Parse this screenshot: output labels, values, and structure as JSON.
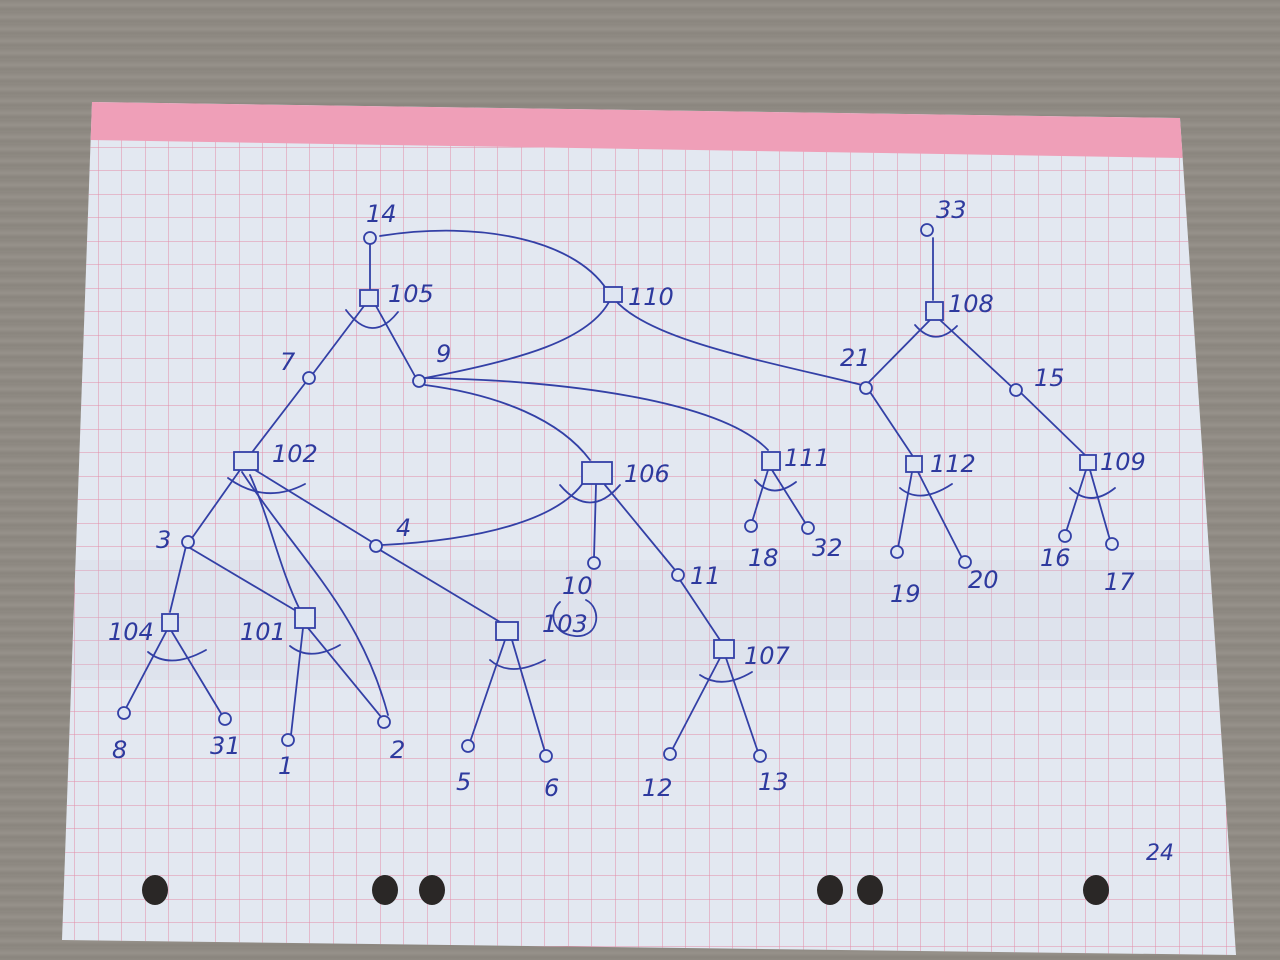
{
  "page_number": "24",
  "colors": {
    "paper": "#e3e8f1",
    "grid": "#e38ca8",
    "margin_band": "#ef9fb8",
    "ink": "#3340a6",
    "table": "#8f8a83"
  },
  "diagram": {
    "square_nodes": [
      {
        "id": "105",
        "label": "105"
      },
      {
        "id": "110",
        "label": "110"
      },
      {
        "id": "108",
        "label": "108"
      },
      {
        "id": "102",
        "label": "102"
      },
      {
        "id": "106",
        "label": "106"
      },
      {
        "id": "111",
        "label": "111"
      },
      {
        "id": "112",
        "label": "112"
      },
      {
        "id": "109",
        "label": "109"
      },
      {
        "id": "104",
        "label": "104"
      },
      {
        "id": "101",
        "label": "101"
      },
      {
        "id": "103",
        "label": "103"
      },
      {
        "id": "107",
        "label": "107"
      }
    ],
    "circle_nodes": [
      {
        "id": "14",
        "label": "14"
      },
      {
        "id": "33",
        "label": "33"
      },
      {
        "id": "7",
        "label": "7"
      },
      {
        "id": "9",
        "label": "9"
      },
      {
        "id": "21",
        "label": "21"
      },
      {
        "id": "15",
        "label": "15"
      },
      {
        "id": "3",
        "label": "3"
      },
      {
        "id": "4",
        "label": "4"
      },
      {
        "id": "10",
        "label": "10"
      },
      {
        "id": "11",
        "label": "11"
      },
      {
        "id": "18",
        "label": "18"
      },
      {
        "id": "32",
        "label": "32"
      },
      {
        "id": "19",
        "label": "19"
      },
      {
        "id": "20",
        "label": "20"
      },
      {
        "id": "16",
        "label": "16"
      },
      {
        "id": "17",
        "label": "17"
      },
      {
        "id": "8",
        "label": "8"
      },
      {
        "id": "31",
        "label": "31"
      },
      {
        "id": "1",
        "label": "1"
      },
      {
        "id": "2",
        "label": "2"
      },
      {
        "id": "5",
        "label": "5"
      },
      {
        "id": "6",
        "label": "6"
      },
      {
        "id": "12",
        "label": "12"
      },
      {
        "id": "13",
        "label": "13"
      }
    ],
    "edges": [
      [
        "14",
        "105"
      ],
      [
        "110",
        "14"
      ],
      [
        "110",
        "9"
      ],
      [
        "110",
        "21"
      ],
      [
        "105",
        "7"
      ],
      [
        "105",
        "9"
      ],
      [
        "33",
        "108"
      ],
      [
        "108",
        "21"
      ],
      [
        "108",
        "15"
      ],
      [
        "7",
        "102"
      ],
      [
        "102",
        "3"
      ],
      [
        "102",
        "4"
      ],
      [
        "102",
        "2"
      ],
      [
        "106",
        "9"
      ],
      [
        "111",
        "9"
      ],
      [
        "106",
        "4"
      ],
      [
        "106",
        "10"
      ],
      [
        "106",
        "11"
      ],
      [
        "21",
        "112"
      ],
      [
        "15",
        "109"
      ],
      [
        "3",
        "104"
      ],
      [
        "3",
        "101"
      ],
      [
        "4",
        "103"
      ],
      [
        "11",
        "107"
      ],
      [
        "111",
        "18"
      ],
      [
        "111",
        "32"
      ],
      [
        "112",
        "19"
      ],
      [
        "112",
        "20"
      ],
      [
        "109",
        "16"
      ],
      [
        "109",
        "17"
      ],
      [
        "104",
        "8"
      ],
      [
        "104",
        "31"
      ],
      [
        "101",
        "1"
      ],
      [
        "101",
        "2"
      ],
      [
        "103",
        "5"
      ],
      [
        "103",
        "6"
      ],
      [
        "107",
        "12"
      ],
      [
        "107",
        "13"
      ]
    ]
  }
}
